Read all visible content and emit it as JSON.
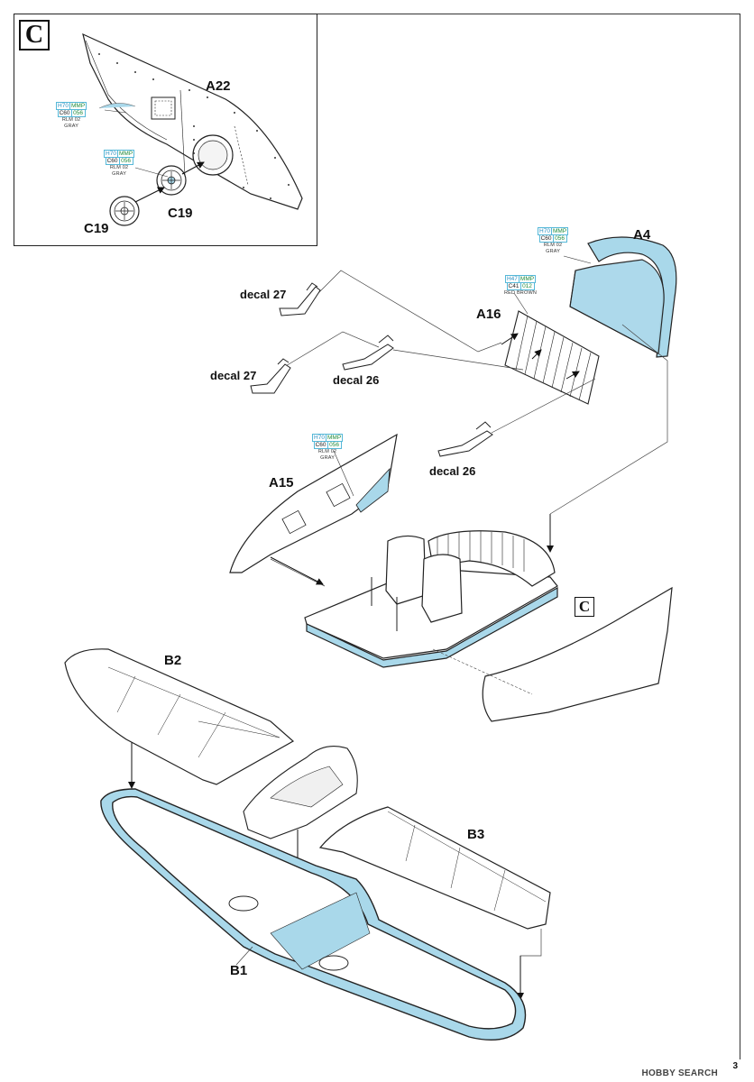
{
  "section_letter": "C",
  "labels": {
    "a22": "A22",
    "c19_a": "C19",
    "c19_b": "C19",
    "a4": "A4",
    "a16": "A16",
    "a15": "A15",
    "decal27_a": "decal 27",
    "decal27_b": "decal 27",
    "decal26_a": "decal 26",
    "decal26_b": "decal 26",
    "b2": "B2",
    "b3": "B3",
    "b1": "B1"
  },
  "paint_refs": {
    "a22": {
      "h": "H70",
      "mmp": "MMP",
      "c": "C60",
      "code": "056",
      "name1": "RLM 02",
      "name2": "GRAY"
    },
    "c19": {
      "h": "H70",
      "mmp": "MMP",
      "c": "C60",
      "code": "056",
      "name1": "RLM 02",
      "name2": "GRAY"
    },
    "a4": {
      "h": "H70",
      "mmp": "MMP",
      "c": "C60",
      "code": "056",
      "name1": "RLM 02",
      "name2": "GRAY"
    },
    "a16": {
      "h": "H47",
      "mmp": "MMP",
      "c": "C41",
      "code": "012",
      "name1": "RED BROWN",
      "name2": ""
    },
    "a15": {
      "h": "H70",
      "mmp": "MMP",
      "c": "C60",
      "code": "056",
      "name1": "RLM 02",
      "name2": "GRAY"
    }
  },
  "page_number": "3",
  "watermark": "HOBBY SEARCH",
  "colors": {
    "paint_blue": "#a9d8ea",
    "line": "#222222",
    "paper": "#ffffff"
  }
}
